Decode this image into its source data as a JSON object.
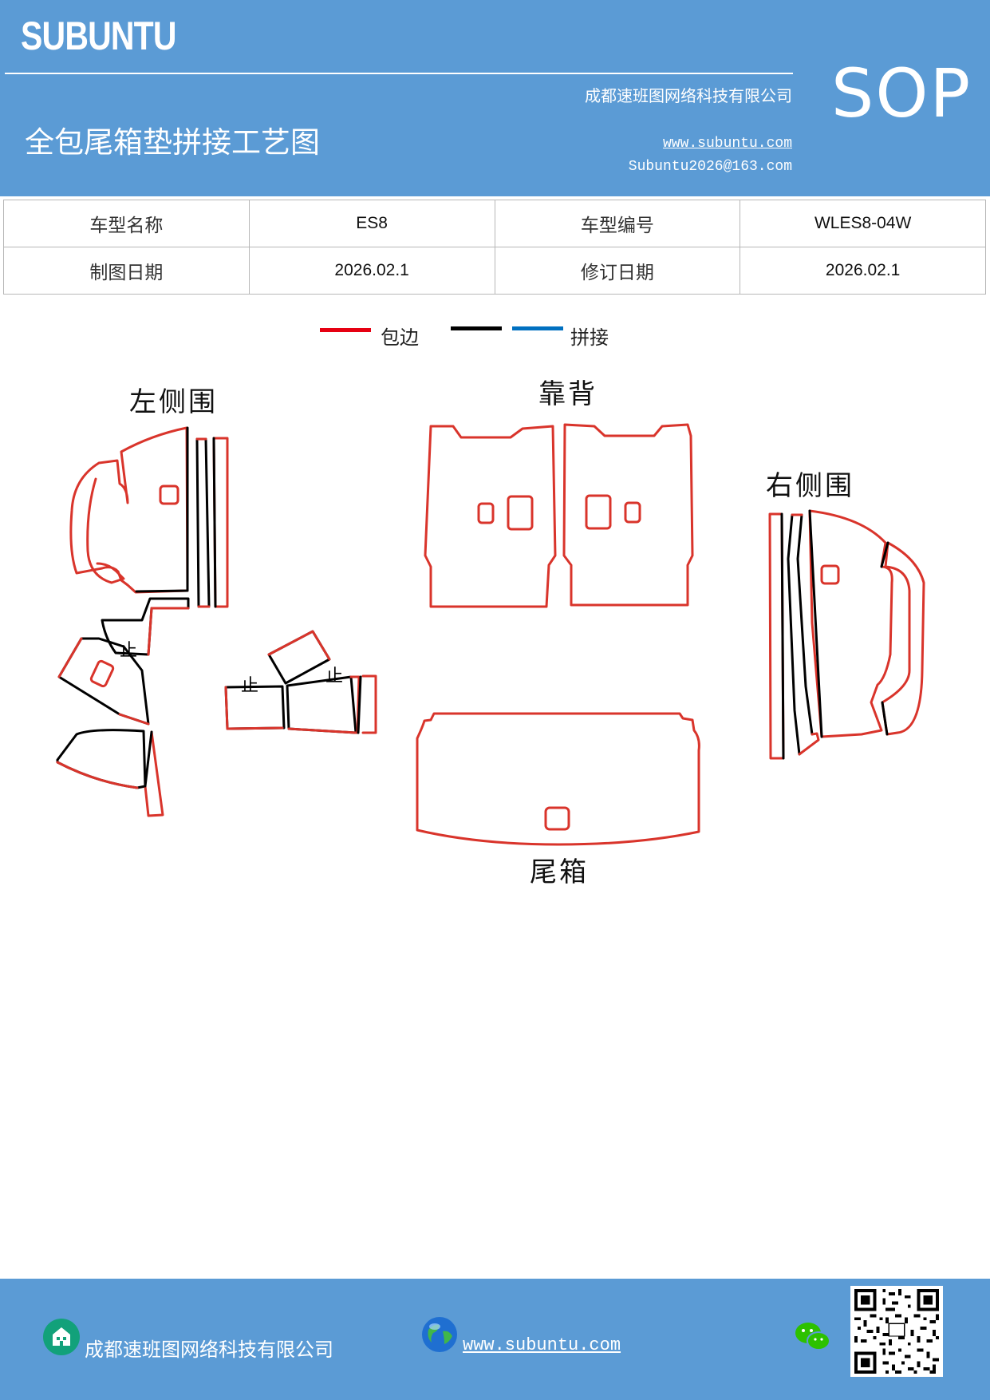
{
  "header": {
    "brand": "SUBUNTU",
    "company": "成都速班图网络科技有限公司",
    "title": "全包尾箱垫拼接工艺图",
    "website": "www.subuntu.com",
    "email": "Subuntu2026@163.com",
    "badge": "SOP"
  },
  "info": {
    "model_name_label": "车型名称",
    "model_name_value": "ES8",
    "model_code_label": "车型编号",
    "model_code_value": "WLES8-04W",
    "draw_date_label": "制图日期",
    "draw_date_value": "2026.02.1",
    "revise_date_label": "修订日期",
    "revise_date_value": "2026.02.1"
  },
  "legend": {
    "edge_label": "包边",
    "splice_label": "拼接",
    "colors": {
      "edge": "#e60012",
      "black": "#000000",
      "splice": "#0070c0"
    }
  },
  "diagram": {
    "left_side": "左侧围",
    "backrest": "靠背",
    "right_side": "右侧围",
    "trunk": "尾箱",
    "stop_mark": "止",
    "outline_color": "#d9342b"
  },
  "footer": {
    "company": "成都速班图网络科技有限公司",
    "website": "www.subuntu.com",
    "icons": [
      "building-icon",
      "globe-icon",
      "wechat-icon",
      "qr-code"
    ]
  }
}
